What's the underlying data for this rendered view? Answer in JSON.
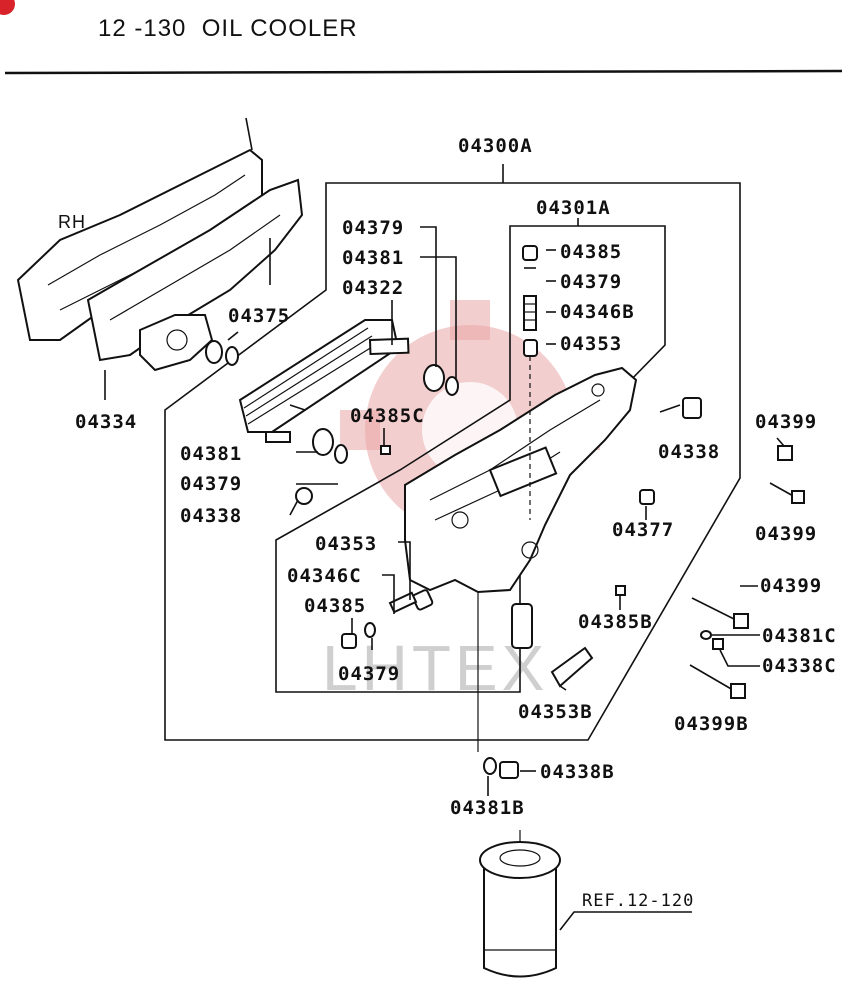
{
  "page": {
    "title": "12 -130  OIL COOLER",
    "side_label": "RH",
    "watermark": "LHTEX"
  },
  "labels": {
    "l04300A": "04300A",
    "l04301A": "04301A",
    "l04379a": "04379",
    "l04381a": "04381",
    "l04322": "04322",
    "l04375": "04375",
    "l04334": "04334",
    "l04385a": "04385",
    "l04379b": "04379",
    "l04346B": "04346B",
    "l04353a": "04353",
    "l04385C": "04385C",
    "l04338a": "04338",
    "l04381b": "04381",
    "l04379c": "04379",
    "l04338b": "04338",
    "l04399a": "04399",
    "l04399b": "04399",
    "l04377": "04377",
    "l04353b": "04353",
    "l04346C": "04346C",
    "l04385b": "04385",
    "l04379d": "04379",
    "l04385B": "04385B",
    "l04399c": "04399",
    "l04381C": "04381C",
    "l04338C": "04338C",
    "l04353B": "04353B",
    "l04399B": "04399B",
    "l04338B": "04338B",
    "l04381B": "04381B",
    "ref": "REF.12-120"
  }
}
